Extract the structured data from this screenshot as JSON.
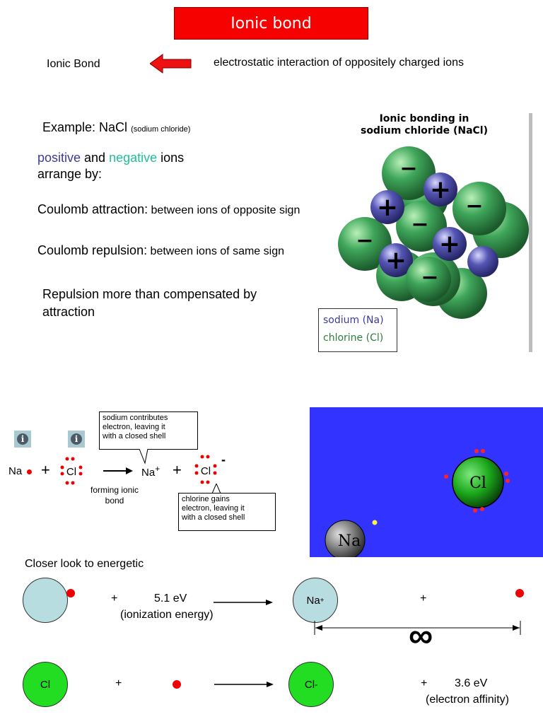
{
  "title": "Ionic bond",
  "definition": {
    "term": "Ionic Bond",
    "text": "electrostatic interaction of oppositely charged ions"
  },
  "example": {
    "label": "Example: NaCl",
    "note": "(sodium chloride)"
  },
  "arrangement": {
    "positive": "positive",
    "and": " and ",
    "negative": "negative",
    "ions": " ions",
    "line2": "arrange by:"
  },
  "coulomb_attraction": {
    "label": "Coulomb attraction:",
    "detail": " between ions of opposite sign"
  },
  "coulomb_repulsion": {
    "label": "Coulomb repulsion:",
    "detail": " between ions of same sign"
  },
  "compensation": {
    "line1": "Repulsion more than compensated by",
    "line2": "attraction"
  },
  "crystal": {
    "title_line1": "Ionic bonding in",
    "title_line2": "sodium chloride (NaCl)",
    "legend_sodium": "sodium (Na)",
    "legend_chlorine": "chlorine (Cl)",
    "plus": "+",
    "minus": "−"
  },
  "reaction": {
    "na": "Na",
    "plus_sign": "+",
    "cl": "Cl",
    "na_ion": "Na",
    "na_ion_sup": "+",
    "cl_ion_sup": "-",
    "forming_line1": "forming ionic",
    "forming_line2": "bond",
    "callout_sodium": [
      "sodium contributes",
      "electron, leaving it",
      "with a closed shell"
    ],
    "callout_chlorine": [
      "chlorine gains",
      "electron, leaving it",
      "with a closed shell"
    ],
    "info_glyph": "i"
  },
  "animation": {
    "cl_label": "Cl",
    "na_label": "Na",
    "background": "#3333ff"
  },
  "energetics": {
    "heading": "Closer look to energetic",
    "plus": "+",
    "ionization_value": "5.1 eV",
    "ionization_label": "(ionization energy)",
    "na_ion": "Na",
    "na_ion_sup": "+",
    "infinity": "∞",
    "cl": "Cl",
    "cl_ion": "Cl",
    "cl_ion_sup": "-",
    "affinity_value": "3.6 eV",
    "affinity_label": "(electron affinity)"
  },
  "colors": {
    "title_red": "#f70000",
    "arrow_red": "#ee1111",
    "na_atom": "#b8dde0",
    "cl_atom": "#22dd22",
    "electron": "#ee0000"
  }
}
